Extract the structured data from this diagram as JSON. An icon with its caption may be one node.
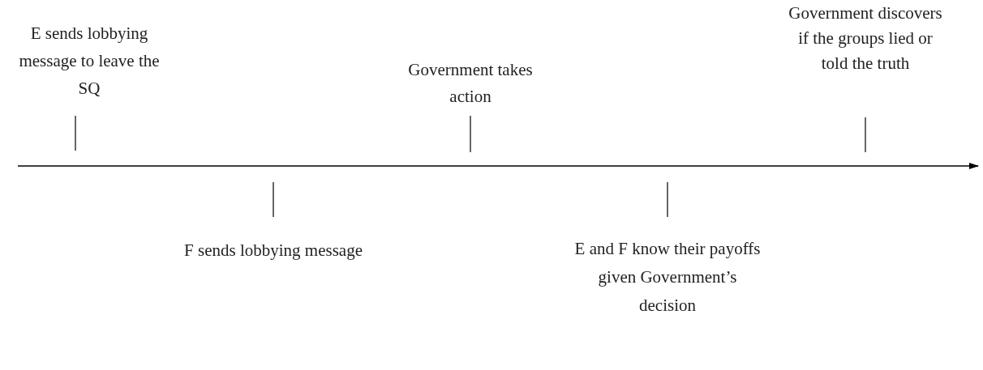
{
  "diagram": {
    "labels": [
      "E sends lobbying message to leave the SQ",
      "Government takes action",
      "Government discovers if the groups lied or told the truth",
      "F sends lobbying message",
      "E and F know their payoffs given Government’s decision"
    ]
  }
}
